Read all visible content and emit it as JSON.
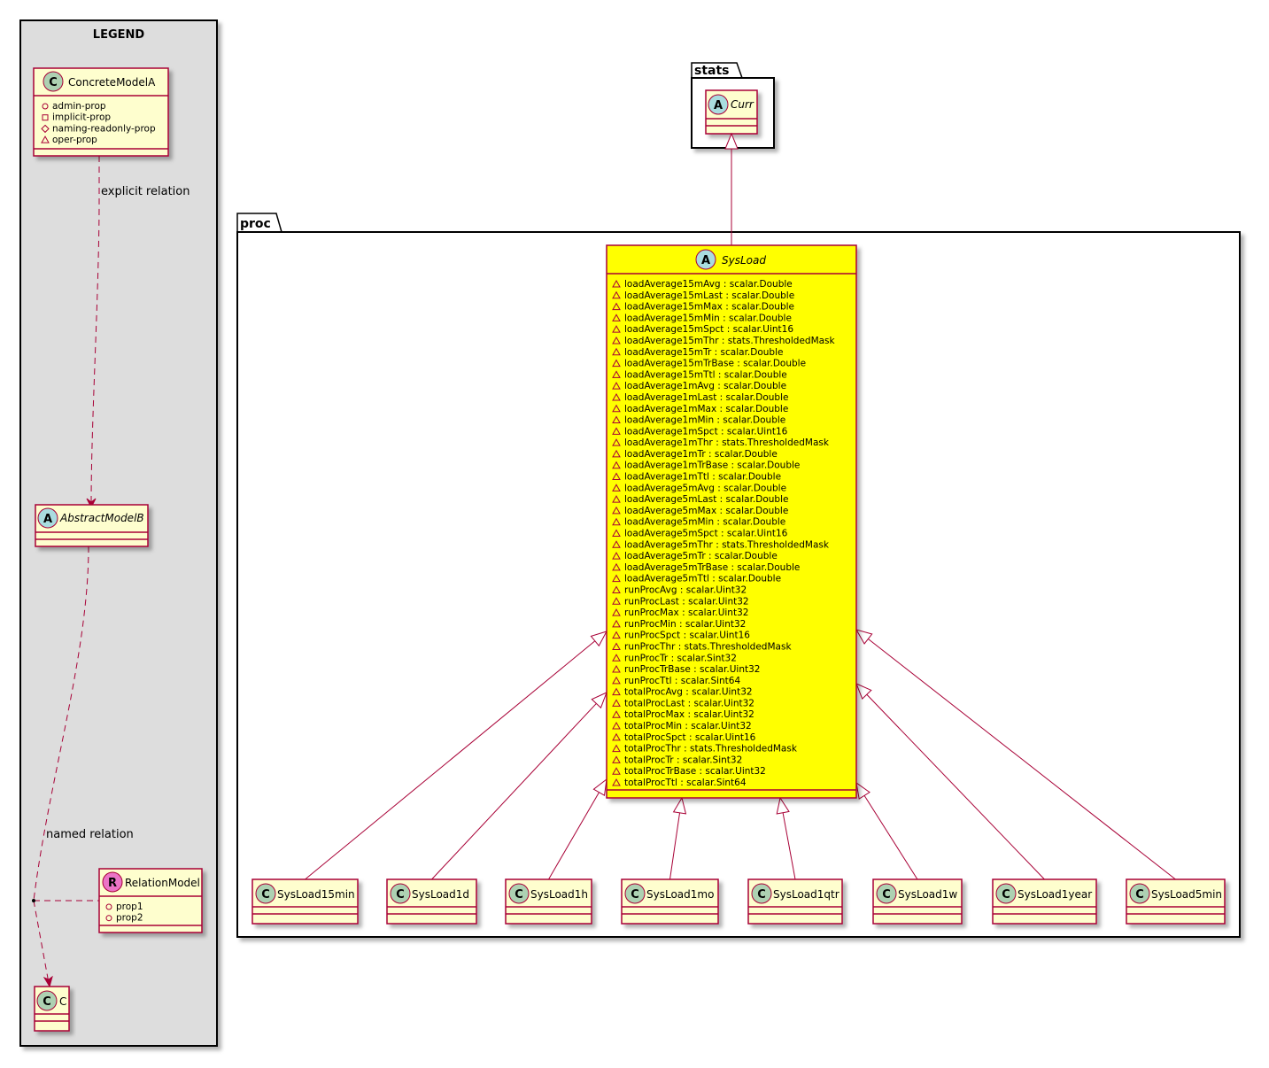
{
  "legend": {
    "title": "LEGEND",
    "concrete": {
      "name": "ConcreteModelA",
      "stereo": "C",
      "props": [
        {
          "vis": "public",
          "text": "admin-prop"
        },
        {
          "vis": "private",
          "text": "implicit-prop"
        },
        {
          "vis": "protected",
          "text": "naming-readonly-prop"
        },
        {
          "vis": "package",
          "text": "oper-prop"
        }
      ]
    },
    "explicit_label": "explicit relation",
    "abstract": {
      "name": "AbstractModelB",
      "stereo": "A"
    },
    "named_label": "named relation",
    "relation": {
      "name": "RelationModel",
      "stereo": "R",
      "props": [
        {
          "vis": "public",
          "text": "prop1"
        },
        {
          "vis": "public",
          "text": "prop2"
        }
      ]
    },
    "c": {
      "name": "C",
      "stereo": "C"
    }
  },
  "packages": {
    "stats": {
      "label": "stats",
      "class": {
        "name": "Curr",
        "stereo": "A"
      }
    },
    "proc": {
      "label": "proc"
    }
  },
  "sysload": {
    "name": "SysLoad",
    "stereo": "A",
    "attrs": [
      "loadAverage15mAvg : scalar.Double",
      "loadAverage15mLast : scalar.Double",
      "loadAverage15mMax : scalar.Double",
      "loadAverage15mMin : scalar.Double",
      "loadAverage15mSpct : scalar.Uint16",
      "loadAverage15mThr : stats.ThresholdedMask",
      "loadAverage15mTr : scalar.Double",
      "loadAverage15mTrBase : scalar.Double",
      "loadAverage15mTtl : scalar.Double",
      "loadAverage1mAvg : scalar.Double",
      "loadAverage1mLast : scalar.Double",
      "loadAverage1mMax : scalar.Double",
      "loadAverage1mMin : scalar.Double",
      "loadAverage1mSpct : scalar.Uint16",
      "loadAverage1mThr : stats.ThresholdedMask",
      "loadAverage1mTr : scalar.Double",
      "loadAverage1mTrBase : scalar.Double",
      "loadAverage1mTtl : scalar.Double",
      "loadAverage5mAvg : scalar.Double",
      "loadAverage5mLast : scalar.Double",
      "loadAverage5mMax : scalar.Double",
      "loadAverage5mMin : scalar.Double",
      "loadAverage5mSpct : scalar.Uint16",
      "loadAverage5mThr : stats.ThresholdedMask",
      "loadAverage5mTr : scalar.Double",
      "loadAverage5mTrBase : scalar.Double",
      "loadAverage5mTtl : scalar.Double",
      "runProcAvg : scalar.Uint32",
      "runProcLast : scalar.Uint32",
      "runProcMax : scalar.Uint32",
      "runProcMin : scalar.Uint32",
      "runProcSpct : scalar.Uint16",
      "runProcThr : stats.ThresholdedMask",
      "runProcTr : scalar.Sint32",
      "runProcTrBase : scalar.Uint32",
      "runProcTtl : scalar.Sint64",
      "totalProcAvg : scalar.Uint32",
      "totalProcLast : scalar.Uint32",
      "totalProcMax : scalar.Uint32",
      "totalProcMin : scalar.Uint32",
      "totalProcSpct : scalar.Uint16",
      "totalProcThr : stats.ThresholdedMask",
      "totalProcTr : scalar.Sint32",
      "totalProcTrBase : scalar.Uint32",
      "totalProcTtl : scalar.Sint64"
    ]
  },
  "subclasses": [
    {
      "name": "SysLoad15min",
      "stereo": "C"
    },
    {
      "name": "SysLoad1d",
      "stereo": "C"
    },
    {
      "name": "SysLoad1h",
      "stereo": "C"
    },
    {
      "name": "SysLoad1mo",
      "stereo": "C"
    },
    {
      "name": "SysLoad1qtr",
      "stereo": "C"
    },
    {
      "name": "SysLoad1w",
      "stereo": "C"
    },
    {
      "name": "SysLoad1year",
      "stereo": "C"
    },
    {
      "name": "SysLoad5min",
      "stereo": "C"
    }
  ],
  "colors": {
    "class_fill": "#FEFECE",
    "class_border": "#A80036",
    "highlight_fill": "#FFFF00",
    "legend_bg": "#DDDDDD",
    "circle_class": "#ADD1B2",
    "circle_abstract": "#A9DCDF",
    "circle_relation": "#EB74C6"
  }
}
